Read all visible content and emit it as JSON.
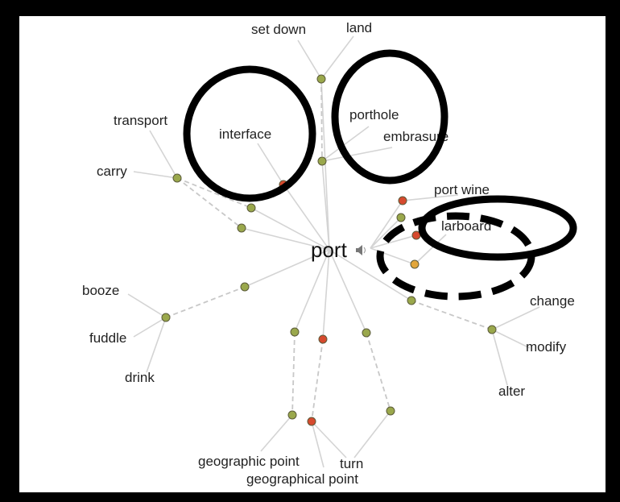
{
  "graph": {
    "center": "port",
    "labels": {
      "set_down": "set down",
      "land": "land",
      "transport": "transport",
      "interface": "interface",
      "porthole": "porthole",
      "embrasure": "embrasure",
      "carry": "carry",
      "port_wine": "port wine",
      "larboard": "larboard",
      "booze": "booze",
      "fuddle": "fuddle",
      "drink": "drink",
      "change": "change",
      "modify": "modify",
      "alter": "alter",
      "geographic_point": "geographic point",
      "geographical_point": "geographical point",
      "turn": "turn"
    }
  },
  "colors": {
    "node_green": "#9aa84c",
    "node_red": "#d64a2e",
    "node_orange": "#e2a63a",
    "edge": "#d4d4d4",
    "annotation": "#000000"
  },
  "icons": {
    "speaker": "speaker-icon"
  }
}
